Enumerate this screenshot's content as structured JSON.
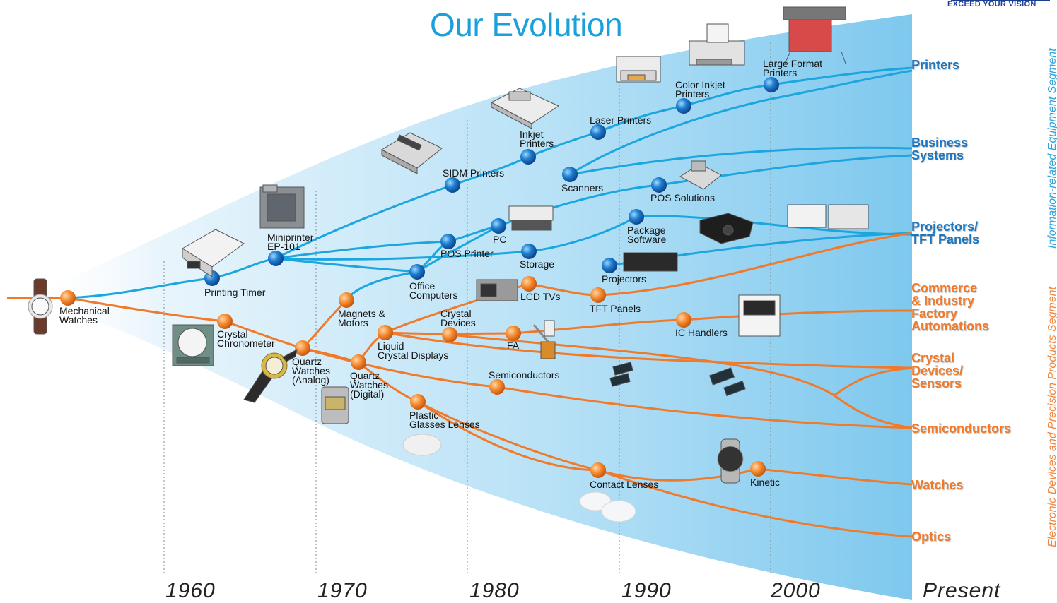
{
  "title": "Our Evolution",
  "logo_tagline": "EXCEED YOUR VISION",
  "colors": {
    "blue_line": "#1ba6df",
    "orange_line": "#f07a2a",
    "title": "#1aa0da",
    "fan_light": "#eaf6fd",
    "fan_dark": "#8dd0f0"
  },
  "decades": [
    "1960",
    "1970",
    "1980",
    "1990",
    "2000",
    "Present"
  ],
  "segments_side": {
    "information": "Information-related Equipment Segment",
    "electronic": "Electronic Devices and Precision Products Segment"
  },
  "labels": {
    "mechanical_watches": [
      "Mechanical",
      "Watches"
    ],
    "printing_timer": [
      "Printing Timer"
    ],
    "miniprinter": [
      "Miniprinter",
      "EP-101"
    ],
    "crystal_chronometer": [
      "Crystal",
      "Chronometer"
    ],
    "quartz_analog": [
      "Quartz",
      "Watches",
      "(Analog)"
    ],
    "magnets_motors": [
      "Magnets &",
      "Motors"
    ],
    "quartz_digital": [
      "Quartz",
      "Watches",
      "(Digital)"
    ],
    "office_computers": [
      "Office",
      "Computers"
    ],
    "liquid_crystal": [
      "Liquid",
      "Crystal Displays"
    ],
    "crystal_devices": [
      "Crystal",
      "Devices"
    ],
    "pos_printer": [
      "POS Printer"
    ],
    "pc": [
      "PC"
    ],
    "sidm": [
      "SIDM Printers"
    ],
    "inkjet": [
      "Inkjet",
      "Printers"
    ],
    "laser": [
      "Laser Printers"
    ],
    "color_inkjet": [
      "Color Inkjet",
      "Printers"
    ],
    "large_format": [
      "Large Format",
      "Printers"
    ],
    "scanners": [
      "Scanners"
    ],
    "pos_solutions": [
      "POS Solutions"
    ],
    "package_software": [
      "Package",
      "Software"
    ],
    "storage": [
      "Storage"
    ],
    "lcd_tvs": [
      "LCD TVs"
    ],
    "projectors": [
      "Projectors"
    ],
    "tft_panels": [
      "TFT Panels"
    ],
    "ic_handlers": [
      "IC Handlers"
    ],
    "fa": [
      "FA"
    ],
    "semiconductors_node": [
      "Semiconductors"
    ],
    "plastic_glasses": [
      "Plastic",
      "Glasses Lenses"
    ],
    "contact_lenses": [
      "Contact Lenses"
    ],
    "kinetic": [
      "Kinetic"
    ]
  },
  "segments": {
    "printers": [
      "Printers"
    ],
    "business_systems": [
      "Business",
      "Systems"
    ],
    "projectors_tft": [
      "Projectors/",
      "TFT Panels"
    ],
    "commerce": [
      "Commerce",
      "& Industry",
      "Factory",
      "Automations"
    ],
    "crystal_devices_sensors": [
      "Crystal",
      "Devices/",
      "Sensors"
    ],
    "semiconductors": [
      "Semiconductors"
    ],
    "watches": [
      "Watches"
    ],
    "optics": [
      "Optics"
    ]
  }
}
